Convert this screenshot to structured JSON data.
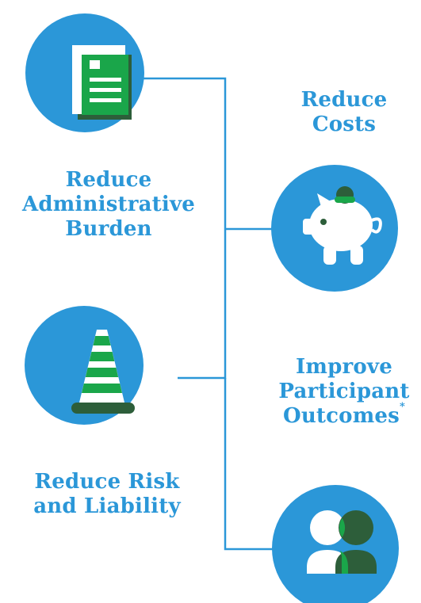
{
  "items": [
    {
      "key": "admin",
      "icon": "document-icon",
      "lines": [
        "Reduce",
        "Administrative",
        "Burden"
      ]
    },
    {
      "key": "costs",
      "icon": "piggy-bank-icon",
      "lines": [
        "Reduce",
        "Costs"
      ]
    },
    {
      "key": "risk",
      "icon": "traffic-cone-icon",
      "lines": [
        "Reduce Risk",
        "and Liability"
      ]
    },
    {
      "key": "outcomes",
      "icon": "people-icon",
      "lines": [
        "Improve",
        "Participant",
        "Outcomes"
      ],
      "footnote_mark": "*"
    }
  ],
  "colors": {
    "circle": "#2b97d8",
    "label": "#2b97d8",
    "connector": "#2b97d8",
    "green": "#1aa64a",
    "dark_green": "#2d5e3a",
    "white": "#ffffff"
  }
}
